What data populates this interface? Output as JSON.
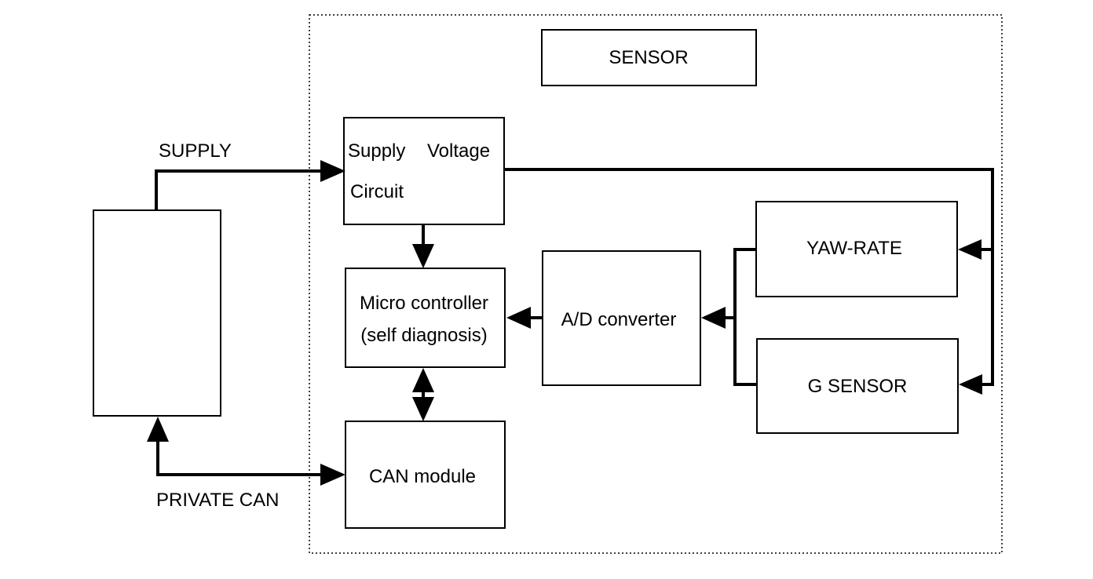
{
  "sensor_title": "SENSOR",
  "supply_label": "SUPPLY",
  "private_can_label": "PRIVATE CAN",
  "supply_circuit": {
    "line1_a": "Supply",
    "line1_b": "Voltage",
    "line2": "Circuit"
  },
  "micro_controller": {
    "line1": "Micro controller",
    "line2": "(self diagnosis)"
  },
  "ad_converter": "A/D converter",
  "yaw_rate": "YAW-RATE",
  "g_sensor": "G SENSOR",
  "can_module": "CAN module",
  "colors": {
    "stroke": "#000000",
    "background": "#ffffff"
  }
}
